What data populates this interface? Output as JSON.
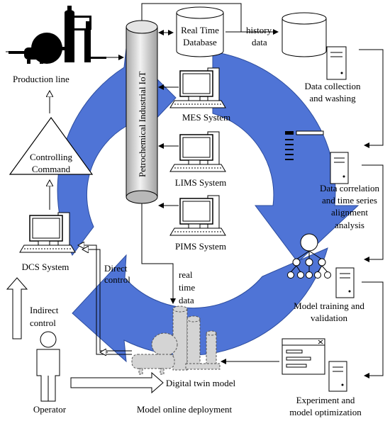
{
  "labels": {
    "production_line": "Production line",
    "iot_bus": "Petrochemical Industrial IoT",
    "real_time_db_line1": "Real Time",
    "real_time_db_line2": "Database",
    "history_data_line1": "history",
    "history_data_line2": "data",
    "data_collection_line1": "Data collection",
    "data_collection_line2": "and washing",
    "mes_system": "MES System",
    "lims_system": "LIMS System",
    "pims_system": "PIMS System",
    "data_correlation_line1": "Data correlation",
    "data_correlation_line2": "and time series",
    "data_correlation_line3": "alignment",
    "data_correlation_line4": "analysis",
    "controlling_command_line1": "Controlling",
    "controlling_command_line2": "Command",
    "dcs_system": "DCS System",
    "direct_control_line1": "Direct",
    "direct_control_line2": "control",
    "real_time_data_line1": "real",
    "real_time_data_line2": "time",
    "real_time_data_line3": "data",
    "model_training_line1": "Model training and",
    "model_training_line2": "validation",
    "indirect_control_line1": "Indirect",
    "indirect_control_line2": "control",
    "digital_twin_model": "Digital twin model",
    "operator": "Operator",
    "model_online_deployment": "Model online deployment",
    "experiment_line1": "Experiment and",
    "experiment_line2": "model optimization"
  },
  "colors": {
    "cycle_arrow": "#4f74d6",
    "cycle_arrow_edge": "#2c4c9e",
    "iot_bus_fill": "#d8d8d8",
    "line": "#000000",
    "twin_fill": "#d4d4d4"
  }
}
